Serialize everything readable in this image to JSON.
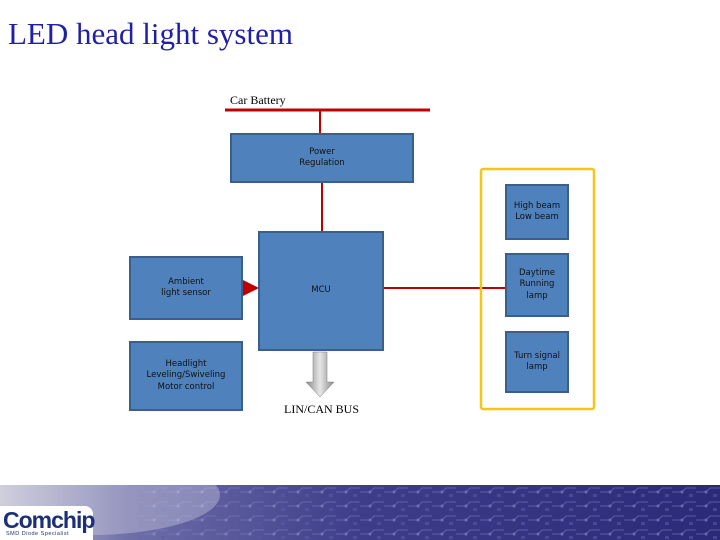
{
  "slide": {
    "title": "LED head light system"
  },
  "diagram": {
    "battery_label": "Car Battery",
    "power_regulation": "Power\nRegulation",
    "mcu": "MCU",
    "ambient_sensor": "Ambient\nlight sensor",
    "leveling_motor": "Headlight\nLeveling/Swiveling\nMotor control",
    "bus_label": "LIN/CAN BUS",
    "lamps": {
      "high_low": "High beam\nLow beam",
      "drl": "Daytime\nRunning\nlamp",
      "turn": "Turn signal\nlamp"
    }
  },
  "colors": {
    "block_fill": "#4f81bd",
    "block_border": "#3a5f8c",
    "wire": "#c00000",
    "highlight": "#f5c518",
    "title": "#1f1fa8"
  },
  "footer": {
    "logo_text": "Comchip",
    "logo_tagline": "SMD Diode Specialist"
  }
}
